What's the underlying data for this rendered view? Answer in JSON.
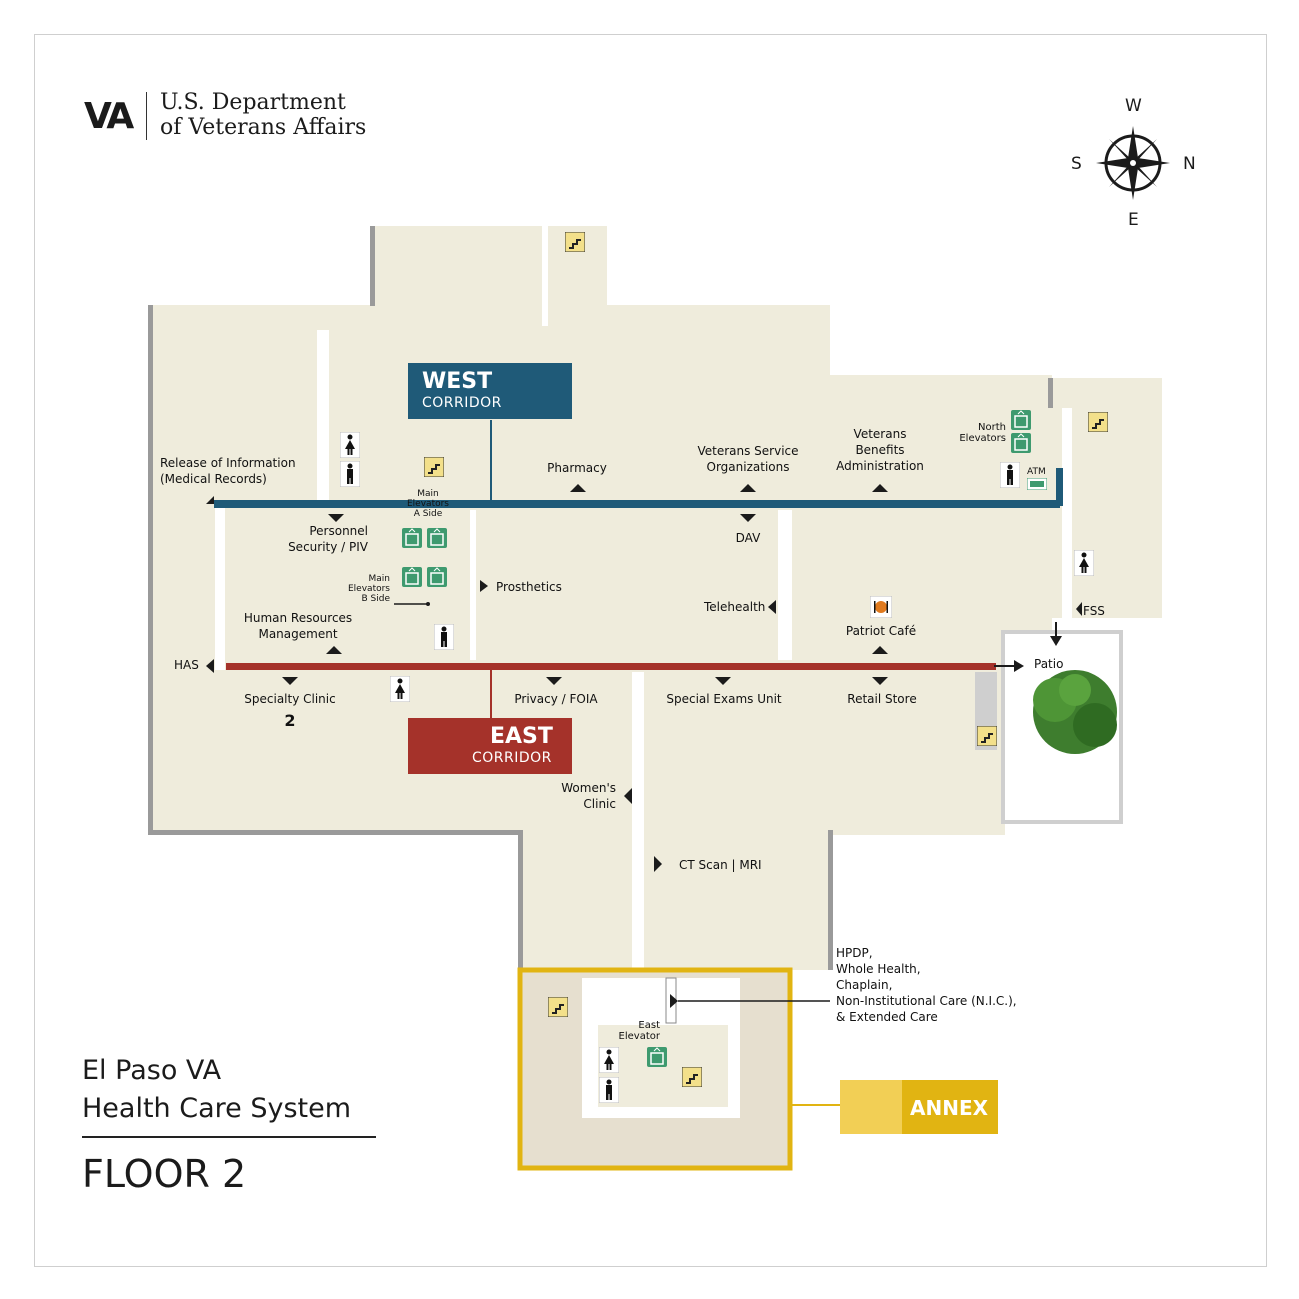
{
  "header": {
    "logo_text": "VA",
    "org_line1": "U.S. Department",
    "org_line2": "of Veterans Affairs"
  },
  "title": {
    "line1": "El Paso VA",
    "line2": "Health Care System",
    "floor": "FLOOR 2"
  },
  "compass": {
    "north": "N",
    "south": "S",
    "east": "E",
    "west": "W"
  },
  "corridors": {
    "west": {
      "name": "WEST",
      "sub": "CORRIDOR",
      "color": "#1f5a78"
    },
    "east": {
      "name": "EAST",
      "sub": "CORRIDOR",
      "color": "#a5322a"
    }
  },
  "annex": {
    "label": "ANNEX",
    "color": "#e1b412"
  },
  "colors": {
    "floor": "#efecdc",
    "wall": "#8a8a8a",
    "annex_floor": "#e6dfcf",
    "annex_border": "#e1b412",
    "elevator": "#3e9a6f",
    "stairs_bg": "#f3e08a"
  },
  "labels": {
    "release_info": [
      "Release of Information",
      "(Medical Records)"
    ],
    "pharmacy": "Pharmacy",
    "vso": [
      "Veterans Service",
      "Organizations"
    ],
    "vba": [
      "Veterans",
      "Benefits",
      "Administration"
    ],
    "north_elevators": [
      "North",
      "Elevators"
    ],
    "atm": "ATM",
    "main_elev_a": [
      "Main",
      "Elevators",
      "A Side"
    ],
    "personnel": [
      "Personnel",
      "Security / PIV"
    ],
    "dav": "DAV",
    "main_elev_b": [
      "Main",
      "Elevators",
      "B Side"
    ],
    "prosthetics": "Prosthetics",
    "telehealth": "Telehealth",
    "patriot_cafe": "Patriot Café",
    "fss": "FSS",
    "hr": [
      "Human Resources",
      "Management"
    ],
    "has": "HAS",
    "patio": "Patio",
    "specialty": "Specialty Clinic",
    "specialty_num": "2",
    "privacy": "Privacy / FOIA",
    "special_exams": "Special Exams Unit",
    "retail": "Retail Store",
    "womens": [
      "Women's",
      "Clinic"
    ],
    "ct_mri": "CT Scan | MRI",
    "hpdp": [
      "HPDP,",
      "Whole Health,",
      "Chaplain,",
      "Non-Institutional Care (N.I.C.),",
      "& Extended Care"
    ],
    "east_elevator": [
      "East",
      "Elevator"
    ]
  }
}
